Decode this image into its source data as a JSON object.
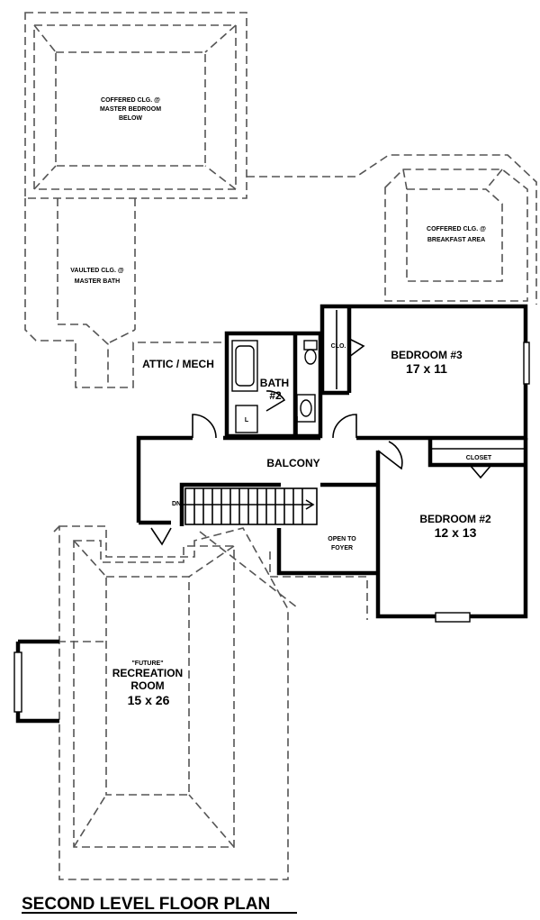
{
  "labels": {
    "coffered_master": [
      "COFFERED CLG. @",
      "MASTER BEDROOM",
      "BELOW"
    ],
    "coffered_breakfast": [
      "COFFERED CLG. @",
      "BREAKFAST AREA"
    ],
    "vaulted_bath": [
      "VAULTED CLG. @",
      "MASTER BATH"
    ],
    "attic": "ATTIC / MECH",
    "closet_small": "CLO.",
    "bedroom3_name": "BEDROOM #3",
    "bedroom3_size": "17 x 11",
    "bath_name": "BATH",
    "bath_num": "#2",
    "linen": "L",
    "balcony": "BALCONY",
    "closet": "CLOSET",
    "down": "DN",
    "open_to_foyer": [
      "OPEN TO",
      "FOYER"
    ],
    "bedroom2_name": "BEDROOM #2",
    "bedroom2_size": "12 x 13",
    "future": "\"FUTURE\"",
    "recreation": "RECREATION",
    "room": "ROOM",
    "recreation_size": "15 x 26"
  },
  "title": "SECOND LEVEL FLOOR PLAN"
}
